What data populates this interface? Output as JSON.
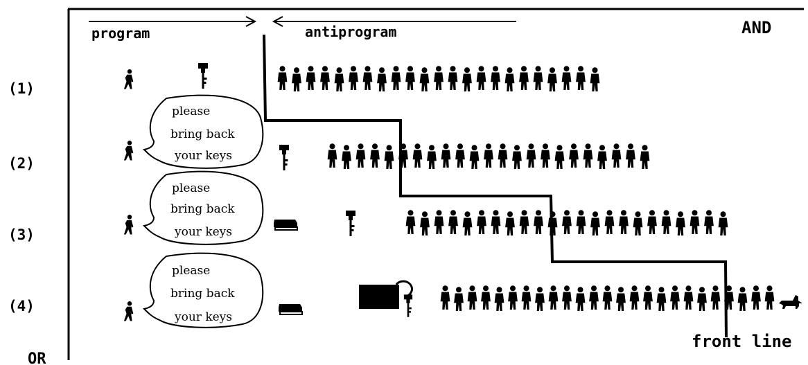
{
  "header": {
    "program_label": "program",
    "antiprogram_label": "antiprogram",
    "and_label": "AND",
    "or_label": "OR",
    "front_line_label": "front line"
  },
  "rows": [
    {
      "number": "(1)",
      "bubble": null,
      "crowd_count": 23
    },
    {
      "number": "(2)",
      "bubble": [
        "please",
        "bring back",
        "your keys"
      ],
      "crowd_count": 23
    },
    {
      "number": "(3)",
      "bubble": [
        "please",
        "bring back",
        "your keys"
      ],
      "crowd_count": 23
    },
    {
      "number": "(4)",
      "bubble": [
        "please",
        "bring back",
        "your keys"
      ],
      "crowd_count": 25
    }
  ],
  "icons": [
    "walking-person-icon",
    "key-icon",
    "standing-person-icon",
    "speech-bubble-icon",
    "key-fob-weight-icon",
    "hotel-door-icon",
    "dog-icon"
  ],
  "colors": {
    "ink": "#000000",
    "paper": "#ffffff"
  }
}
